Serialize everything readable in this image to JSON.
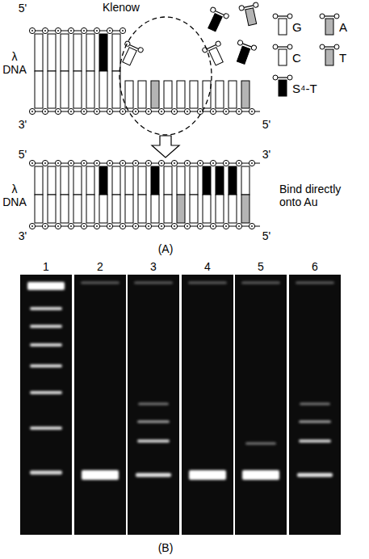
{
  "diagram": {
    "nodes": [
      {
        "text": [
          "Klenow"
        ]
      }
    ],
    "labels": [
      "5'",
      "λ DNA",
      "3'",
      "5'",
      "5'",
      "3'",
      "λ DNA",
      "Bind directly onto Au",
      "3'",
      "5'",
      "(A)",
      "1",
      "2",
      "3",
      "4",
      "5",
      "6",
      "(B)"
    ],
    "legend": [
      {
        "text": "G"
      },
      {
        "text": "A"
      },
      {
        "text": "C"
      },
      {
        "text": "T"
      },
      {
        "text": "S⁴-T"
      }
    ]
  }
}
